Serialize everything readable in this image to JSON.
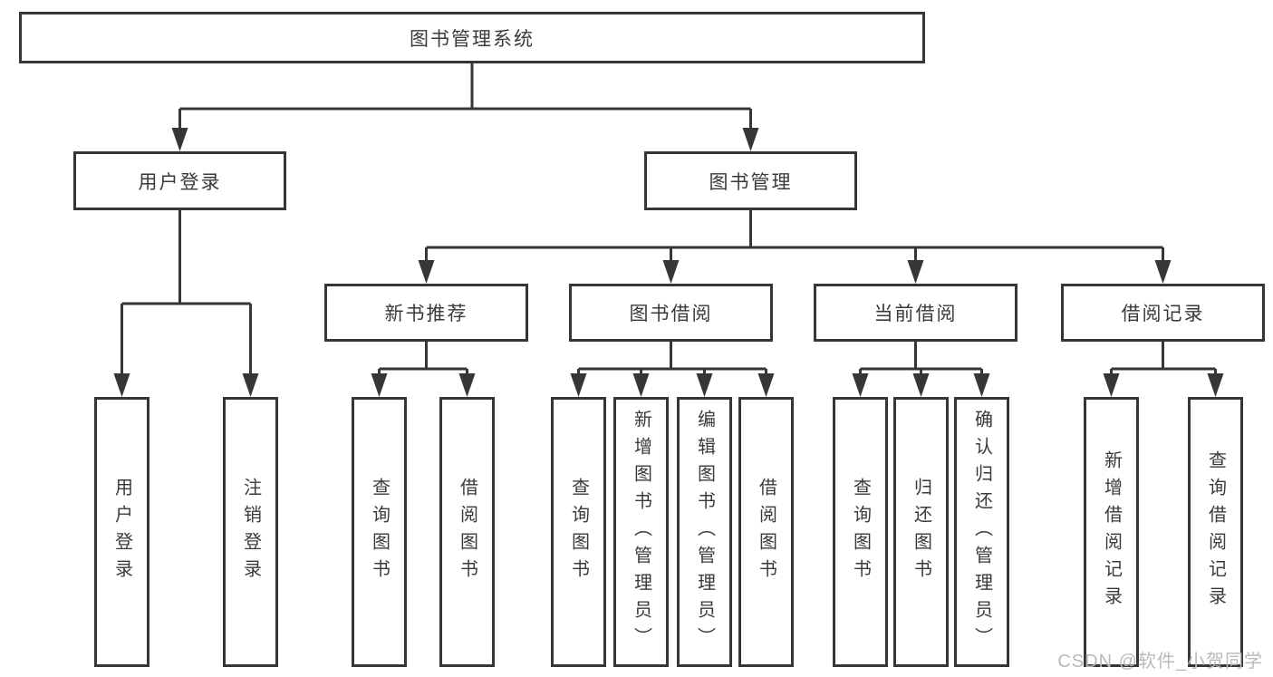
{
  "diagram": {
    "type": "tree",
    "root": {
      "label": "图书管理系统"
    },
    "level2": [
      {
        "id": "user-login",
        "label": "用户登录"
      },
      {
        "id": "book-management",
        "label": "图书管理"
      }
    ],
    "level3": [
      {
        "id": "new-book-recommend",
        "label": "新书推荐"
      },
      {
        "id": "book-borrowing",
        "label": "图书借阅"
      },
      {
        "id": "current-borrowing",
        "label": "当前借阅"
      },
      {
        "id": "borrowing-records",
        "label": "借阅记录"
      }
    ],
    "leaves": [
      {
        "id": "user-login",
        "parent": "用户登录",
        "label": "用户登录"
      },
      {
        "id": "logout",
        "parent": "用户登录",
        "label": "注销登录"
      },
      {
        "id": "query-books-1",
        "parent": "新书推荐",
        "label": "查询图书"
      },
      {
        "id": "borrow-books-1",
        "parent": "新书推荐",
        "label": "借阅图书"
      },
      {
        "id": "query-books-2",
        "parent": "图书借阅",
        "label": "查询图书"
      },
      {
        "id": "add-books-admin",
        "parent": "图书借阅",
        "label": "新增图书（管理员）"
      },
      {
        "id": "edit-books-admin",
        "parent": "图书借阅",
        "label": "编辑图书（管理员）"
      },
      {
        "id": "borrow-books-2",
        "parent": "图书借阅",
        "label": "借阅图书"
      },
      {
        "id": "query-books-3",
        "parent": "当前借阅",
        "label": "查询图书"
      },
      {
        "id": "return-books",
        "parent": "当前借阅",
        "label": "归还图书"
      },
      {
        "id": "confirm-return-admin",
        "parent": "当前借阅",
        "label": "确认归还（管理员）"
      },
      {
        "id": "add-borrow-record",
        "parent": "借阅记录",
        "label": "新增借阅记录"
      },
      {
        "id": "query-borrow-record",
        "parent": "借阅记录",
        "label": "查询借阅记录"
      }
    ],
    "watermark": "CSDN @软件_小贺同学",
    "colors": {
      "line": "#363636",
      "text": "#3a3a3a",
      "watermark": "#b9b9b9",
      "background": "#ffffff"
    }
  }
}
